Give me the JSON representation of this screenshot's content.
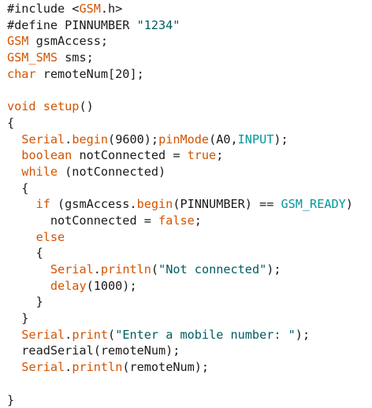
{
  "colors": {
    "background": "#ffffff",
    "plain": "#1a1a1a",
    "keyword_orange": "#d35400",
    "keyword_teal": "#00979c",
    "string_blue": "#005c5f"
  },
  "code": {
    "lines": [
      [
        {
          "t": "#include <",
          "c": "plain"
        },
        {
          "t": "GSM",
          "c": "orange"
        },
        {
          "t": ".h>",
          "c": "plain"
        }
      ],
      [
        {
          "t": "#define PINNUMBER ",
          "c": "plain"
        },
        {
          "t": "\"1234\"",
          "c": "blue"
        }
      ],
      [
        {
          "t": "GSM",
          "c": "orange"
        },
        {
          "t": " gsmAccess;",
          "c": "plain"
        }
      ],
      [
        {
          "t": "GSM_SMS",
          "c": "orange"
        },
        {
          "t": " sms;",
          "c": "plain"
        }
      ],
      [
        {
          "t": "char",
          "c": "orange"
        },
        {
          "t": " remoteNum[20];",
          "c": "plain"
        }
      ],
      [],
      [
        {
          "t": "void",
          "c": "orange"
        },
        {
          "t": " ",
          "c": "plain"
        },
        {
          "t": "setup",
          "c": "orange"
        },
        {
          "t": "()",
          "c": "plain"
        }
      ],
      [
        {
          "t": "{",
          "c": "plain"
        }
      ],
      [
        {
          "t": "  ",
          "c": "plain"
        },
        {
          "t": "Serial",
          "c": "orange"
        },
        {
          "t": ".",
          "c": "plain"
        },
        {
          "t": "begin",
          "c": "orange"
        },
        {
          "t": "(9600);",
          "c": "plain"
        },
        {
          "t": "pinMode",
          "c": "orange"
        },
        {
          "t": "(A0,",
          "c": "plain"
        },
        {
          "t": "INPUT",
          "c": "teal"
        },
        {
          "t": ");",
          "c": "plain"
        }
      ],
      [
        {
          "t": "  ",
          "c": "plain"
        },
        {
          "t": "boolean",
          "c": "orange"
        },
        {
          "t": " notConnected = ",
          "c": "plain"
        },
        {
          "t": "true",
          "c": "orange"
        },
        {
          "t": ";",
          "c": "plain"
        }
      ],
      [
        {
          "t": "  ",
          "c": "plain"
        },
        {
          "t": "while",
          "c": "orange"
        },
        {
          "t": " (notConnected)",
          "c": "plain"
        }
      ],
      [
        {
          "t": "  {",
          "c": "plain"
        }
      ],
      [
        {
          "t": "    ",
          "c": "plain"
        },
        {
          "t": "if",
          "c": "orange"
        },
        {
          "t": " (gsmAccess.",
          "c": "plain"
        },
        {
          "t": "begin",
          "c": "orange"
        },
        {
          "t": "(PINNUMBER) == ",
          "c": "plain"
        },
        {
          "t": "GSM_READY",
          "c": "teal"
        },
        {
          "t": ")",
          "c": "plain"
        }
      ],
      [
        {
          "t": "      notConnected = ",
          "c": "plain"
        },
        {
          "t": "false",
          "c": "orange"
        },
        {
          "t": ";",
          "c": "plain"
        }
      ],
      [
        {
          "t": "    ",
          "c": "plain"
        },
        {
          "t": "else",
          "c": "orange"
        }
      ],
      [
        {
          "t": "    {",
          "c": "plain"
        }
      ],
      [
        {
          "t": "      ",
          "c": "plain"
        },
        {
          "t": "Serial",
          "c": "orange"
        },
        {
          "t": ".",
          "c": "plain"
        },
        {
          "t": "println",
          "c": "orange"
        },
        {
          "t": "(",
          "c": "plain"
        },
        {
          "t": "\"Not connected\"",
          "c": "blue"
        },
        {
          "t": ");",
          "c": "plain"
        }
      ],
      [
        {
          "t": "      ",
          "c": "plain"
        },
        {
          "t": "delay",
          "c": "orange"
        },
        {
          "t": "(1000);",
          "c": "plain"
        }
      ],
      [
        {
          "t": "    }",
          "c": "plain"
        }
      ],
      [
        {
          "t": "  }",
          "c": "plain"
        }
      ],
      [
        {
          "t": "  ",
          "c": "plain"
        },
        {
          "t": "Serial",
          "c": "orange"
        },
        {
          "t": ".",
          "c": "plain"
        },
        {
          "t": "print",
          "c": "orange"
        },
        {
          "t": "(",
          "c": "plain"
        },
        {
          "t": "\"Enter a mobile number: \"",
          "c": "blue"
        },
        {
          "t": ");",
          "c": "plain"
        }
      ],
      [
        {
          "t": "  readSerial(remoteNum);",
          "c": "plain"
        }
      ],
      [
        {
          "t": "  ",
          "c": "plain"
        },
        {
          "t": "Serial",
          "c": "orange"
        },
        {
          "t": ".",
          "c": "plain"
        },
        {
          "t": "println",
          "c": "orange"
        },
        {
          "t": "(remoteNum);",
          "c": "plain"
        }
      ],
      [],
      [
        {
          "t": "}",
          "c": "plain"
        }
      ]
    ]
  }
}
